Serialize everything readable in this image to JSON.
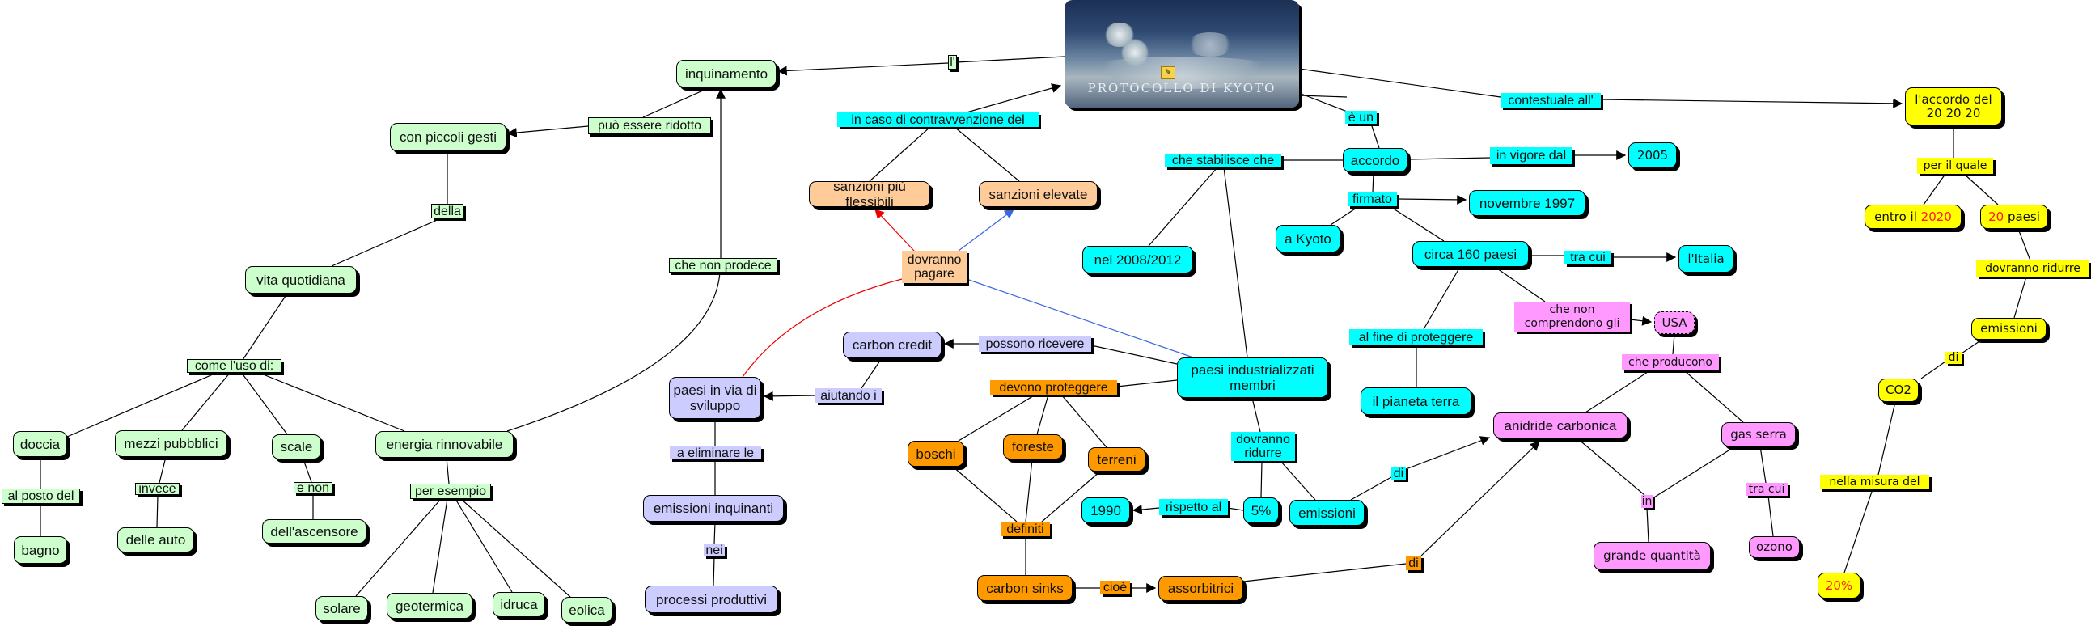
{
  "map_title": "PROTOCOLLO DI KYOTO",
  "colors": {
    "green": "#ccffcc",
    "lavender": "#ccccff",
    "peach": "#ffcc99",
    "orange": "#ff9900",
    "cyan": "#00ffff",
    "pink": "#ff99ff",
    "yellow": "#ffff00",
    "red": "#ff1a1a"
  },
  "concepts": {
    "inquinamento": "inquinamento",
    "con_piccoli_gesti": "con piccoli gesti",
    "vita_quotidiana": "vita quotidiana",
    "doccia": "doccia",
    "mezzi_pubblici": "mezzi pubbblici",
    "scale": "scale",
    "energia_rinnovabile": "energia rinnovabile",
    "bagno": "bagno",
    "delle_auto": "delle auto",
    "ascensore": "dell'ascensore",
    "solare": "solare",
    "geotermica": "geotermica",
    "idruca": "idruca",
    "eolica": "eolica",
    "carbon_credit": "carbon credit",
    "paesi_via_sviluppo": "paesi in via di sviluppo",
    "emissioni_inquinanti": "emissioni inquinanti",
    "processi_produttivi": "processi produttivi",
    "sanzioni_flessibili": "sanzioni più flessibili",
    "sanzioni_elevate": "sanzioni elevate",
    "dovranno_pagare": "dovranno pagare",
    "boschi": "boschi",
    "foreste": "foreste",
    "terreni": "terreni",
    "carbon_sinks": "carbon sinks",
    "assorbitrici": "assorbitrici",
    "accordo": "accordo",
    "nel_2008": "nel 2008/2012",
    "a_kyoto": "a Kyoto",
    "circa_160": "circa 160 paesi",
    "novembre_1997": "novembre 1997",
    "anno_2005": "2005",
    "italia": "l'Italia",
    "paesi_industrializzati": "paesi industrializzati membri",
    "pianeta_terra": "il pianeta terra",
    "anno_1990": "1990",
    "cinque_percento": "5%",
    "emissioni_cyan": "emissioni",
    "usa": "USA",
    "anidride": "anidride carbonica",
    "gas_serra": "gas serra",
    "grande_quantita": "grande quantità",
    "ozono": "ozono",
    "accordo_202020": "l'accordo del 20 20 20",
    "entro_il": "entro il ",
    "anno_2020": "2020",
    "venti": "20",
    "paesi": " paesi",
    "emissioni_y": "emissioni",
    "co2": "CO2",
    "venti_percento": "20%"
  },
  "links": {
    "l_apos": "l'",
    "puo_essere_ridotto": "può essere ridotto",
    "della": "della",
    "che_non_prodece": "che non prodece",
    "come_uso_di": "come l'uso di:",
    "al_posto_del": "al posto del",
    "invece": "invece",
    "e_non": "e non",
    "per_esempio": "per esempio",
    "possono_ricevere": "possono ricevere",
    "aiutando_i": "aiutando i",
    "a_eliminare_le": "a eliminare le",
    "nei": "nei",
    "in_caso_di": "in caso di contravvenzione del",
    "devono_proteggere": "devono proteggere",
    "definiti": "definiti",
    "cioe": "cioè",
    "di_orange": "di",
    "e_un": "è un",
    "contestuale": "contestuale all'",
    "che_stabilisce": "che stabilisce che",
    "in_vigore": "in vigore dal",
    "firmato": "firmato",
    "tra_cui": "tra cui",
    "al_fine": "al fine di proteggere",
    "che_non_comprendono": "che non comprendono gli",
    "dovranno_ridurre": "dovranno ridurre",
    "rispetto_al": "rispetto al",
    "di_cyan": "di",
    "che_producono": "che producono",
    "in": "in",
    "tra_cui_pink": "tra cui",
    "per_il_quale": "per il quale",
    "dovranno_ridurre_y": "dovranno ridurre",
    "di_y": "di",
    "nella_misura": "nella misura del"
  }
}
